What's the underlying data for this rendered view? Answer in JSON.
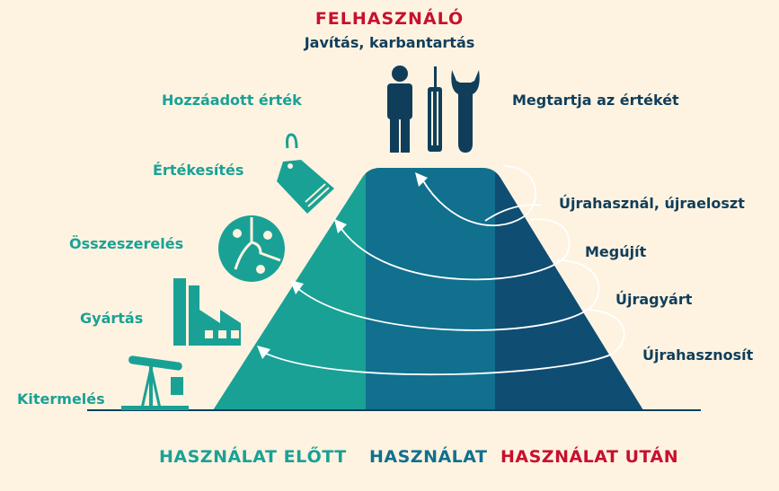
{
  "top": {
    "title": "FELHASZNÁLÓ",
    "subtitle": "Javítás, karbantartás"
  },
  "left_labels": {
    "value_added": "Hozzáadott érték",
    "sales": "Értékesítés",
    "assembly": "Összeszerelés",
    "manufacturing": "Gyártás",
    "extraction": "Kitermelés"
  },
  "right_labels": {
    "retains_value": "Megtartja az értékét",
    "reuse": "Újrahasznál, újraeloszt",
    "refurbish": "Megújít",
    "remanufacture": "Újragyárt",
    "recycle": "Újrahasznosít"
  },
  "bottom_labels": {
    "before": "HASZNÁLAT ELŐTT",
    "during": "HASZNÁLAT",
    "after": "HASZNÁLAT UTÁN"
  },
  "colors": {
    "background": "#fef3e1",
    "teal": "#1aa195",
    "mid_blue": "#10708e",
    "dark_blue": "#0f4d72",
    "navy_text": "#103e5a",
    "red": "#c8102e"
  },
  "icons": [
    "person-icon",
    "screwdriver-icon",
    "wrench-icon",
    "price-tag-icon",
    "puzzle-icon",
    "factory-icon",
    "pump-jack-icon"
  ]
}
